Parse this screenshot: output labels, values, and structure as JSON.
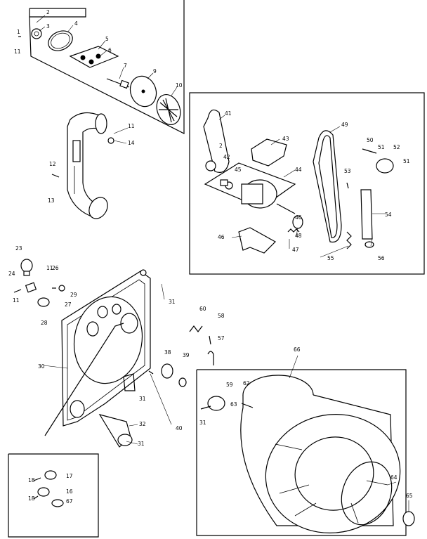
{
  "callouts": [
    {
      "id": "c1",
      "text": "1"
    },
    {
      "id": "c2",
      "text": "2"
    },
    {
      "id": "c3",
      "text": "3"
    },
    {
      "id": "c4",
      "text": "4"
    },
    {
      "id": "c5",
      "text": "5"
    },
    {
      "id": "c6",
      "text": "6"
    },
    {
      "id": "c7",
      "text": "7"
    },
    {
      "id": "c9",
      "text": "9"
    },
    {
      "id": "c10",
      "text": "10"
    },
    {
      "id": "c11a",
      "text": "11"
    },
    {
      "id": "c11b",
      "text": "11"
    },
    {
      "id": "c11c",
      "text": "11"
    },
    {
      "id": "c11d",
      "text": "11"
    },
    {
      "id": "c12",
      "text": "12"
    },
    {
      "id": "c13",
      "text": "13"
    },
    {
      "id": "c14",
      "text": "14"
    },
    {
      "id": "c16",
      "text": "16"
    },
    {
      "id": "c17",
      "text": "17"
    },
    {
      "id": "c18a",
      "text": "18"
    },
    {
      "id": "c18b",
      "text": "18"
    },
    {
      "id": "c23",
      "text": "23"
    },
    {
      "id": "c24",
      "text": "24"
    },
    {
      "id": "c26",
      "text": "26"
    },
    {
      "id": "c27",
      "text": "27"
    },
    {
      "id": "c28",
      "text": "28"
    },
    {
      "id": "c29",
      "text": "29"
    },
    {
      "id": "c30",
      "text": "30"
    },
    {
      "id": "c31a",
      "text": "31"
    },
    {
      "id": "c31b",
      "text": "31"
    },
    {
      "id": "c31c",
      "text": "31"
    },
    {
      "id": "c31d",
      "text": "31"
    },
    {
      "id": "c32",
      "text": "32"
    },
    {
      "id": "c38",
      "text": "38"
    },
    {
      "id": "c39",
      "text": "39"
    },
    {
      "id": "c40",
      "text": "40"
    },
    {
      "id": "c41",
      "text": "41"
    },
    {
      "id": "c42",
      "text": "42"
    },
    {
      "id": "c43",
      "text": "43"
    },
    {
      "id": "c44",
      "text": "44"
    },
    {
      "id": "c45",
      "text": "45"
    },
    {
      "id": "c46",
      "text": "46"
    },
    {
      "id": "c47",
      "text": "47"
    },
    {
      "id": "c48",
      "text": "48"
    },
    {
      "id": "c49",
      "text": "49"
    },
    {
      "id": "c50",
      "text": "50"
    },
    {
      "id": "c51a",
      "text": "51"
    },
    {
      "id": "c51b",
      "text": "51"
    },
    {
      "id": "c52",
      "text": "52"
    },
    {
      "id": "c53",
      "text": "53"
    },
    {
      "id": "c54",
      "text": "54"
    },
    {
      "id": "c55",
      "text": "55"
    },
    {
      "id": "c56",
      "text": "56"
    },
    {
      "id": "c57",
      "text": "57"
    },
    {
      "id": "c58",
      "text": "58"
    },
    {
      "id": "c59",
      "text": "59"
    },
    {
      "id": "c60",
      "text": "60"
    },
    {
      "id": "c62",
      "text": "62"
    },
    {
      "id": "c63",
      "text": "63"
    },
    {
      "id": "c64",
      "text": "64"
    },
    {
      "id": "c65",
      "text": "65"
    },
    {
      "id": "c66",
      "text": "66"
    },
    {
      "id": "c67",
      "text": "67"
    },
    {
      "id": "c2b",
      "text": "2"
    },
    {
      "id": "c46b",
      "text": "46"
    }
  ]
}
